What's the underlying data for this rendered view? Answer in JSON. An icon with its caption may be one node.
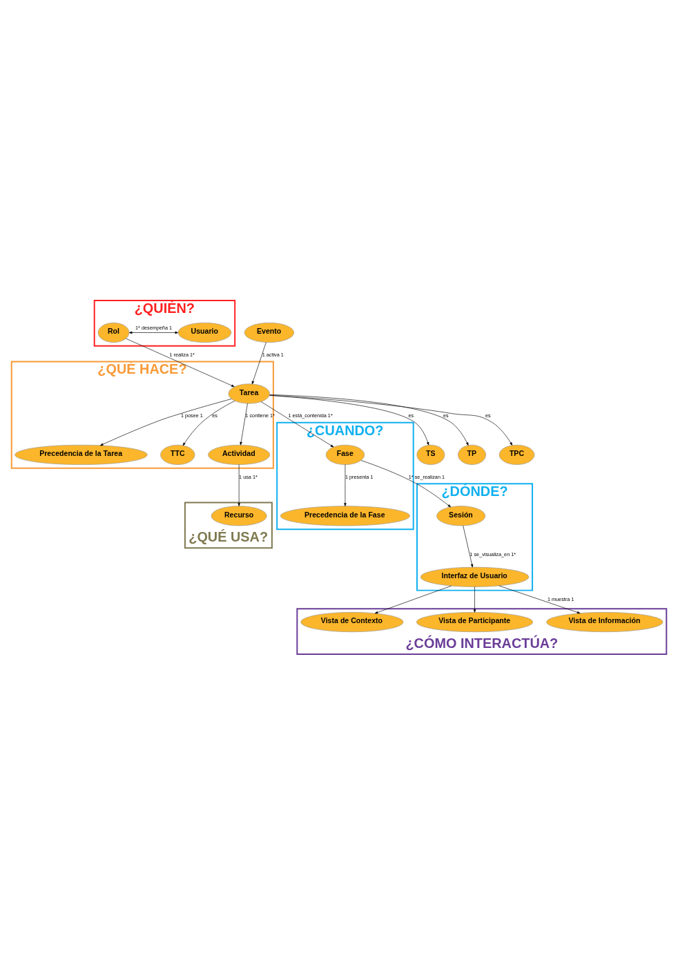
{
  "diagram": {
    "nodes": [
      {
        "text": [
          "¿QUIÉN?"
        ]
      },
      {
        "text": [
          "Usuario"
        ],
        "in": 0
      },
      {
        "text": [
          "Rol"
        ],
        "in": 0
      },
      {
        "text": [
          "¿QUÉ HACE?"
        ]
      },
      {
        "text": [
          "Precedencia de la Tarea"
        ],
        "in": 3
      },
      {
        "text": [
          "Tarea"
        ],
        "in": 3
      },
      {
        "text": [
          "TTC"
        ],
        "in": 3
      },
      {
        "text": [
          "Actividad"
        ],
        "in": 3
      },
      {
        "text": [
          "¿CUANDO?"
        ]
      },
      {
        "text": [
          "Precedencia de la Fase"
        ],
        "in": 8
      },
      {
        "text": [
          "Fase"
        ],
        "in": 8
      },
      {
        "text": [
          "Evento"
        ]
      },
      {
        "text": [
          "TS"
        ]
      },
      {
        "text": [
          "TP"
        ]
      },
      {
        "text": [
          "TPC"
        ]
      },
      {
        "text": [
          "¿DÓNDE?"
        ]
      },
      {
        "text": [
          "Sesión"
        ],
        "in": 15
      },
      {
        "text": [
          "Interfaz de Usuario"
        ],
        "in": 15
      },
      {
        "text": [
          "¿QUÉ USA?"
        ]
      },
      {
        "text": [
          "Recurso"
        ],
        "in": 18
      },
      {
        "text": [
          "¿CÓMO INTERACTÚA?"
        ]
      },
      {
        "text": [
          "Vista de Contexto"
        ],
        "in": 20
      },
      {
        "text": [
          "Vista de Participante"
        ],
        "in": 20
      },
      {
        "text": [
          "Vista de Información"
        ],
        "in": 20
      }
    ],
    "edges": [
      {
        "from": 1,
        "to": 2,
        "arrow": "both",
        "label": "1* desempeña 1"
      },
      {
        "from": 2,
        "to": 5,
        "arrow": "to",
        "label": "1 realiza 1*"
      },
      {
        "from": 11,
        "to": 5,
        "arrow": "to",
        "label": "1 activa 1"
      },
      {
        "from": 5,
        "to": 4,
        "arrow": "to",
        "label": "1 posee 1"
      },
      {
        "from": 5,
        "to": 10,
        "arrow": "to",
        "label": "1 está_contenida 1*"
      },
      {
        "from": 10,
        "to": 9,
        "arrow": "to",
        "label": "1 presenta 1"
      },
      {
        "from": 10,
        "to": 16,
        "arrow": "to",
        "label": "1* se_realizan 1"
      },
      {
        "from": 5,
        "to": 12,
        "arrow": "to",
        "label": "es"
      },
      {
        "from": 5,
        "to": 13,
        "arrow": "to",
        "label": "es"
      },
      {
        "from": 5,
        "to": 14,
        "arrow": "to",
        "label": "es"
      },
      {
        "from": 5,
        "to": 6,
        "arrow": "to",
        "label": "es"
      },
      {
        "from": 5,
        "to": 7,
        "arrow": "to",
        "label": "1 contiene 1*"
      },
      {
        "from": 7,
        "to": 19,
        "arrow": "to",
        "label": "1 usa 1*"
      },
      {
        "from": 16,
        "to": 17,
        "arrow": "to",
        "label": "1 se_visualiza_en 1*"
      },
      {
        "from": 17,
        "to": 21,
        "arrow": "to"
      },
      {
        "from": 17,
        "to": 22,
        "arrow": "to"
      },
      {
        "from": 17,
        "to": 23,
        "arrow": "to",
        "label": "1 muestra 1"
      }
    ]
  }
}
